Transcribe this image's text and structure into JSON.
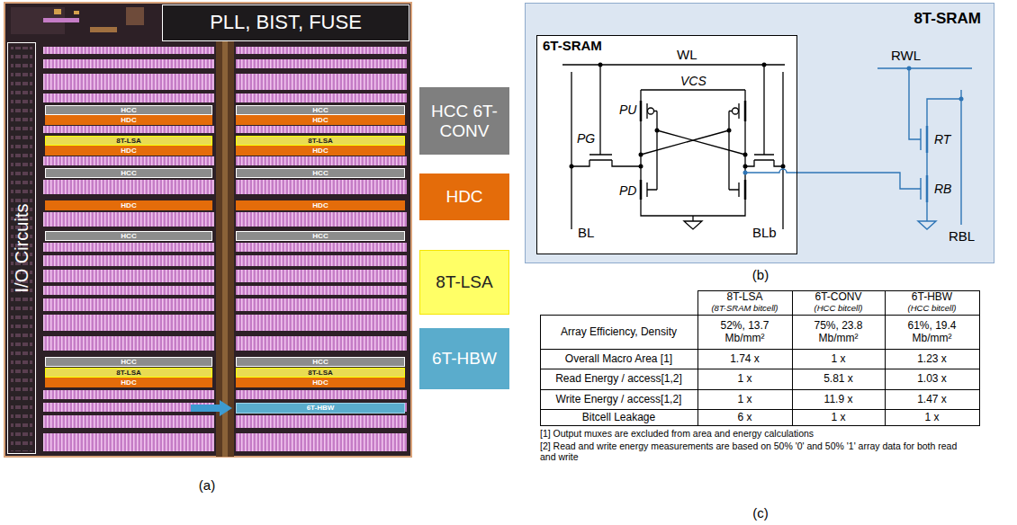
{
  "diagram": {
    "nodes": [
      {
        "text": [
          "PLL, BIST, FUSE"
        ]
      },
      {
        "text": [
          "I/O Circuits"
        ]
      },
      {
        "text": [
          "HCC"
        ]
      },
      {
        "text": [
          "HCC"
        ]
      },
      {
        "text": [
          "HDC"
        ]
      },
      {
        "text": [
          "HDC"
        ]
      },
      {
        "text": [
          "8T-LSA"
        ]
      },
      {
        "text": [
          "8T-LSA"
        ]
      },
      {
        "text": [
          "HDC"
        ]
      },
      {
        "text": [
          "HDC"
        ]
      },
      {
        "text": [
          "HCC"
        ]
      },
      {
        "text": [
          "HCC"
        ]
      },
      {
        "text": [
          "HDC"
        ]
      },
      {
        "text": [
          "HDC"
        ]
      },
      {
        "text": [
          "HCC"
        ]
      },
      {
        "text": [
          "HCC"
        ]
      },
      {
        "text": [
          "HCC"
        ]
      },
      {
        "text": [
          "HCC"
        ]
      },
      {
        "text": [
          "8T-LSA"
        ]
      },
      {
        "text": [
          "8T-LSA"
        ]
      },
      {
        "text": [
          "HDC"
        ]
      },
      {
        "text": [
          "HDC"
        ]
      },
      {
        "text": [
          "6T-HBW"
        ]
      },
      {
        "text": [
          "8T-SRAM"
        ]
      },
      {
        "text": [
          "6T-SRAM"
        ],
        "in": 23
      }
    ],
    "labels": [
      "(a)",
      "WL",
      "VCS",
      "PU",
      "PG",
      "PD",
      "BL",
      "BLb",
      "RWL",
      "RT",
      "RB",
      "RBL",
      "(b)",
      "8T-LSA",
      "(8T-SRAM bitcell)",
      "6T-CONV",
      "(HCC bitcell)",
      "6T-HBW",
      "(HCC bitcell)",
      "Array Efficiency, Density",
      "52%, 13.7 Mb/mm²",
      "75%, 23.8 Mb/mm²",
      "61%, 19.4 Mb/mm²",
      "Overall Macro Area [1]",
      "1.74 x",
      "1 x",
      "1.23 x",
      "Read Energy / access[1,2]",
      "1 x",
      "5.81 x",
      "1.03 x",
      "Write Energy / access[1,2]",
      "1 x",
      "11.9 x",
      "1.47 x",
      "Bitcell Leakage",
      "6 x",
      "1 x",
      "1 x",
      "[1] Output muxes are excluded from area and energy calculations",
      "[2] Read and write energy measurements are based on 50% '0' and 50% '1' array data for both read and write",
      "(c)"
    ],
    "legend": [
      {
        "text": "HCC 6T-CONV",
        "color": "#7f7f7f"
      },
      {
        "text": "HDC",
        "color": "#e46c0a"
      },
      {
        "text": "8T-LSA",
        "color": "#ffff66"
      },
      {
        "text": "6T-HBW",
        "color": "#5aaccc"
      }
    ]
  }
}
